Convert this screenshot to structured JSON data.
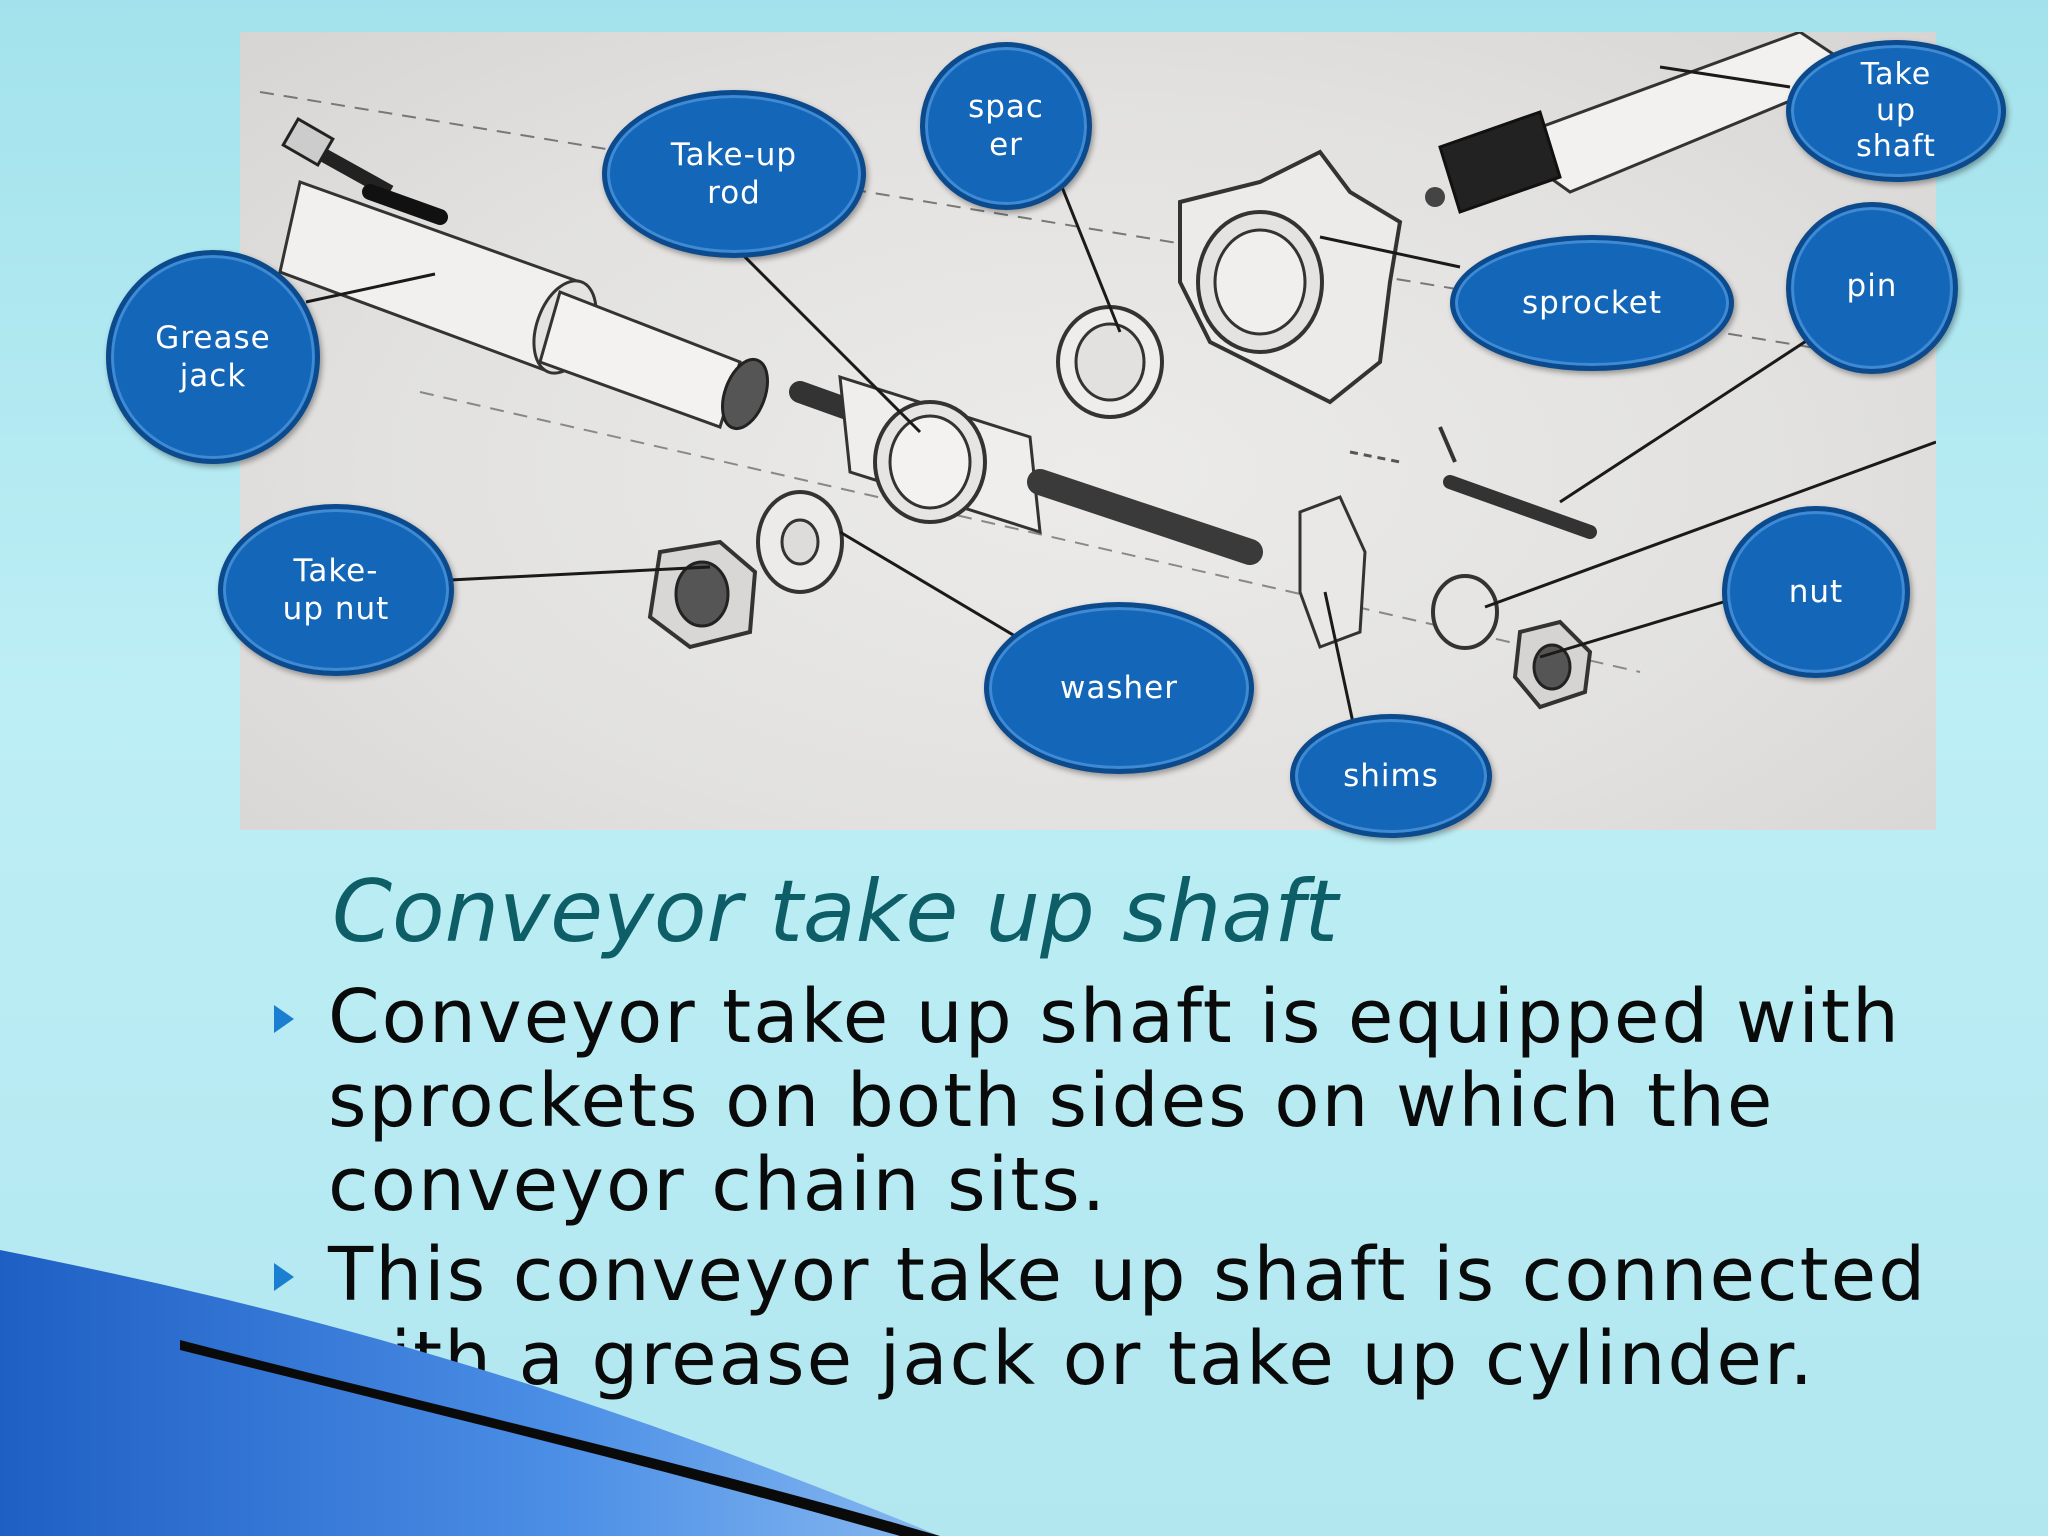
{
  "slide": {
    "title": "Conveyor take up shaft",
    "bullets": [
      "Conveyor take up shaft is equipped with sprockets on both sides on which the conveyor chain sits.",
      "This conveyor take up shaft is connected with a grease jack or take up cylinder."
    ]
  },
  "diagram": {
    "callouts": {
      "grease_jack": "Grease\njack",
      "take_up_rod": "Take-up\nrod",
      "spacer": "spac\ner",
      "take_up_shaft": "Take\nup\nshaft",
      "sprocket": "sprocket",
      "pin": "pin",
      "take_up_nut": "Take-\nup nut",
      "washer": "washer",
      "shims": "shims",
      "nut": "nut"
    }
  },
  "colors": {
    "background": "#b4e8f0",
    "callout_fill": "#1467b8",
    "title": "#0d5e66",
    "bullet_arrow": "#1a7fd1"
  }
}
